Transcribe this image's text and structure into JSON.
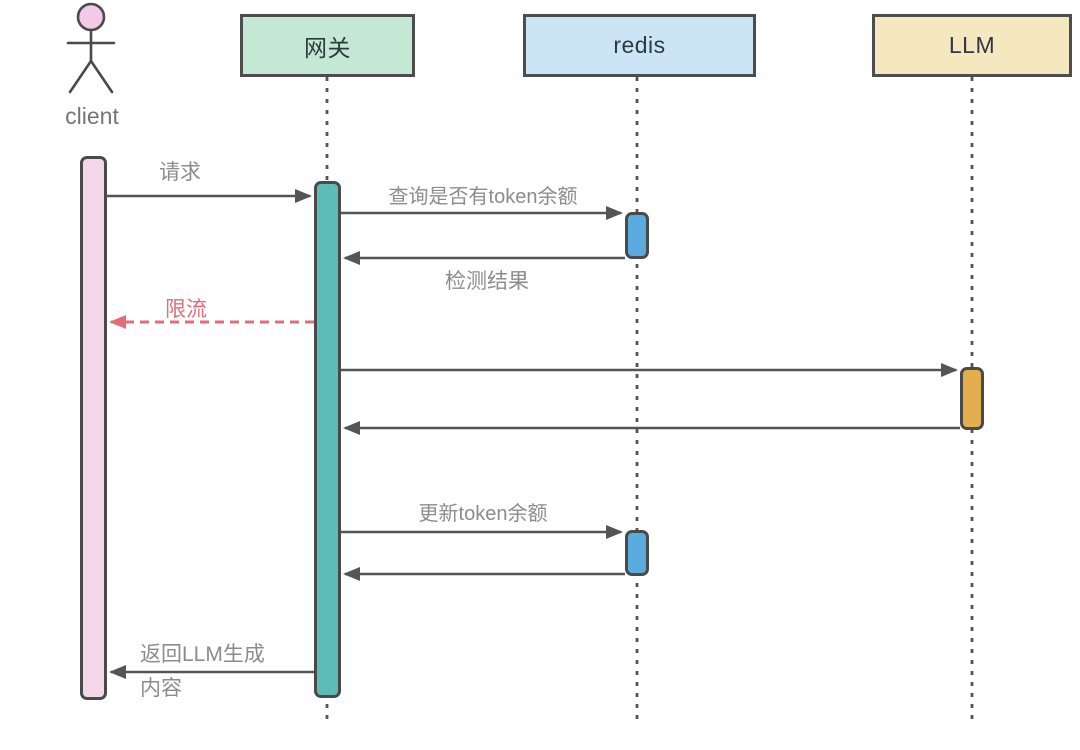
{
  "diagram": {
    "kind": "sequence-diagram",
    "participants": [
      {
        "id": "client",
        "label": "client",
        "type": "actor",
        "fill": "#f2c9e6"
      },
      {
        "id": "gateway",
        "label": "网关",
        "type": "participant",
        "fill": "#c4e8d4"
      },
      {
        "id": "redis",
        "label": "redis",
        "type": "participant",
        "fill": "#cce5f6"
      },
      {
        "id": "llm",
        "label": "LLM",
        "type": "participant",
        "fill": "#f5e7c0"
      }
    ],
    "messages": [
      {
        "from": "client",
        "to": "gateway",
        "label": "请求",
        "line": "solid",
        "color": "#555555"
      },
      {
        "from": "gateway",
        "to": "redis",
        "label": "查询是否有token余额",
        "line": "solid",
        "color": "#555555"
      },
      {
        "from": "redis",
        "to": "gateway",
        "label": "检测结果",
        "line": "solid",
        "color": "#555555"
      },
      {
        "from": "gateway",
        "to": "client",
        "label": "限流",
        "line": "dashed",
        "color": "#e26d76"
      },
      {
        "from": "gateway",
        "to": "llm",
        "label": "",
        "line": "solid",
        "color": "#555555"
      },
      {
        "from": "llm",
        "to": "gateway",
        "label": "",
        "line": "solid",
        "color": "#555555"
      },
      {
        "from": "gateway",
        "to": "redis",
        "label": "更新token余额",
        "line": "solid",
        "color": "#555555"
      },
      {
        "from": "redis",
        "to": "gateway",
        "label": "",
        "line": "solid",
        "color": "#555555"
      },
      {
        "from": "gateway",
        "to": "client",
        "label": "返回LLM生成内容",
        "line": "solid",
        "color": "#555555"
      }
    ],
    "activations": [
      {
        "participant": "client",
        "fill": "#f5d7ea"
      },
      {
        "participant": "gateway",
        "fill": "#5bbcb8"
      },
      {
        "participant": "redis",
        "fill": "#5aabdf"
      },
      {
        "participant": "redis",
        "fill": "#5aabdf"
      },
      {
        "participant": "llm",
        "fill": "#e2ae4e"
      }
    ],
    "colors": {
      "line": "#555555",
      "border": "#4a4a4a",
      "label_text": "#8c8c8c",
      "rate_limit_red": "#e26d76",
      "background": "#ffffff"
    }
  }
}
